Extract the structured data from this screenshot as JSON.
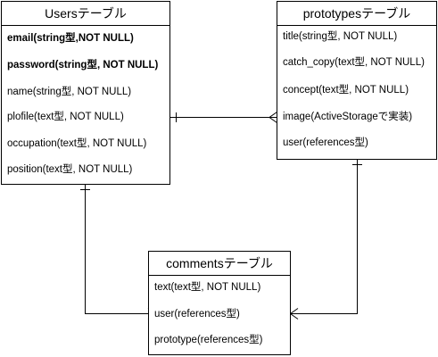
{
  "tables": {
    "users": {
      "title": "Usersテーブル",
      "fields": [
        {
          "text": "email(string型,NOT NULL)",
          "bold": true
        },
        {
          "text": "password(string型, NOT NULL)",
          "bold": true
        },
        {
          "text": "name(string型, NOT NULL)",
          "bold": false
        },
        {
          "text": "plofile(text型, NOT NULL)",
          "bold": false
        },
        {
          "text": "occupation(text型, NOT NULL)",
          "bold": false
        },
        {
          "text": "position(text型, NOT NULL)",
          "bold": false
        }
      ]
    },
    "prototypes": {
      "title": "prototypesテーブル",
      "fields": [
        {
          "text": "title(string型, NOT NULL)",
          "bold": false
        },
        {
          "text": "catch_copy(text型, NOT NULL)",
          "bold": false
        },
        {
          "text": "concept(text型, NOT NULL)",
          "bold": false
        },
        {
          "text": "image(ActiveStorageで実装)",
          "bold": false
        },
        {
          "text": "user(references型)",
          "bold": false
        }
      ]
    },
    "comments": {
      "title": "commentsテーブル",
      "fields": [
        {
          "text": "text(text型, NOT NULL)",
          "bold": false
        },
        {
          "text": "user(references型)",
          "bold": false
        },
        {
          "text": "prototype(references型)",
          "bold": false
        }
      ]
    }
  }
}
